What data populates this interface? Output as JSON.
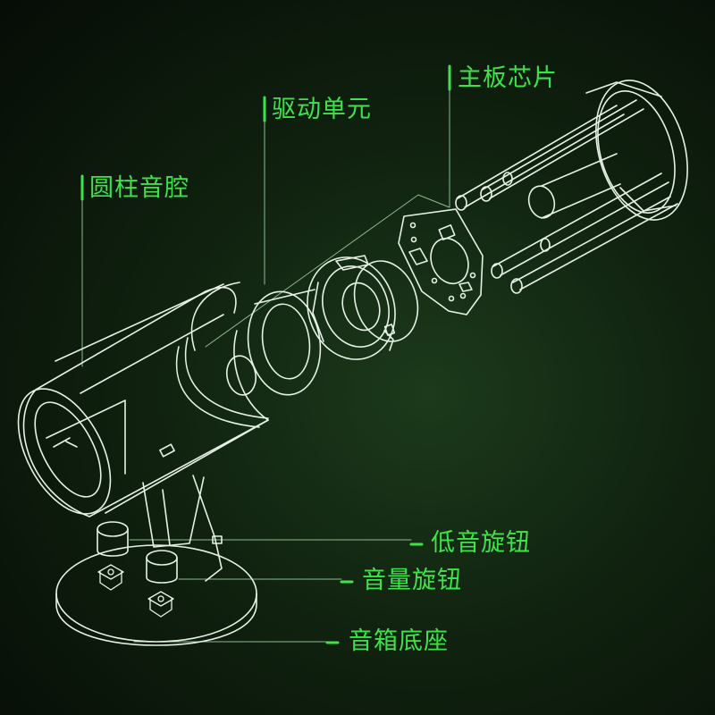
{
  "labels": {
    "cylinder_cavity": "圆柱音腔",
    "driver_unit": "驱动单元",
    "mainboard_chip": "主板芯片",
    "bass_knob": "低音旋钮",
    "volume_knob": "音量旋钮",
    "speaker_base": "音箱底座"
  },
  "colors": {
    "background": "#0b140b",
    "line": "#e6f2e6",
    "accent": "#3ee34a",
    "leader": "#8fb98f"
  }
}
